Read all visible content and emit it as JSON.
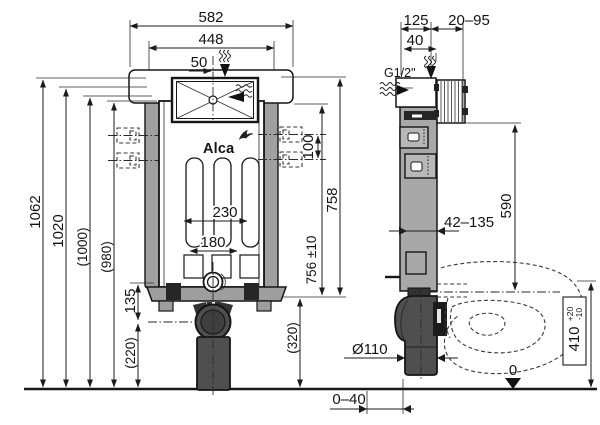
{
  "brand_logo": "Alca",
  "front_view": {
    "width_total": "582",
    "width_frame": "448",
    "inlet_offset": "50",
    "height_total": "1062",
    "height_alt1": "1020",
    "height_alt2": "(1000)",
    "height_alt3": "(980)",
    "bracket_spacing": "100",
    "frame_height": "758",
    "flush_pipe_height": "756 ±10",
    "bolt_spacing_wide": "230",
    "bolt_spacing_narrow": "180",
    "outlet_offset": "135",
    "outlet_center_height": "(220)",
    "base_height": "(320)"
  },
  "side_view": {
    "frame_depth": "125",
    "wall_thickness_range": "20–95",
    "inlet_depth": "40",
    "water_inlet": "G1/2\"",
    "depth_adjustment": "42–135",
    "opening_height": "590",
    "waste_pipe_diameter": "Ø110",
    "bowl_height": "410",
    "bowl_height_tol_plus": "+20",
    "bowl_height_tol_minus": "-10",
    "floor_datum": "0",
    "outlet_adjustment": "0–40"
  },
  "colors": {
    "line": "#1b1b1b",
    "frame_gray": "#a0a0a0",
    "slab_gray": "#a8a8a8",
    "pipe_dark": "#4f4f4f"
  }
}
